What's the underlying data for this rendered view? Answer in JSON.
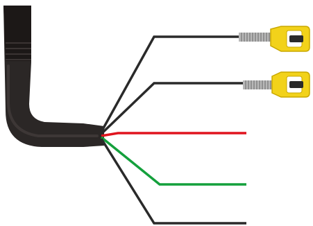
{
  "diagram": {
    "description_visible_text": "",
    "colors": {
      "background": "#ffffff",
      "cable_jacket": "#2b2726",
      "cable_jacket_dark": "#1c1817",
      "cable_jacket_shadow": "#3a3433",
      "wire_black": "#2a2a2a",
      "wire_red": "#e0141e",
      "wire_green": "#14a03c",
      "connector_yellow": "#f2d21a",
      "connector_yellow_dark": "#c9a800",
      "connector_metal": "#b8b8b8",
      "connector_metal_dark": "#7a7a7a"
    },
    "wires": [
      {
        "id": "wire-1",
        "color": "black",
        "terminal": "rca-connector"
      },
      {
        "id": "wire-2",
        "color": "black",
        "terminal": "rca-connector"
      },
      {
        "id": "wire-3",
        "color": "red",
        "terminal": "bare"
      },
      {
        "id": "wire-4",
        "color": "green",
        "terminal": "bare"
      },
      {
        "id": "wire-5",
        "color": "black",
        "terminal": "bare"
      }
    ],
    "connectors": [
      {
        "id": "connector-1",
        "type": "rca",
        "color": "yellow"
      },
      {
        "id": "connector-2",
        "type": "rca",
        "color": "yellow"
      }
    ]
  }
}
